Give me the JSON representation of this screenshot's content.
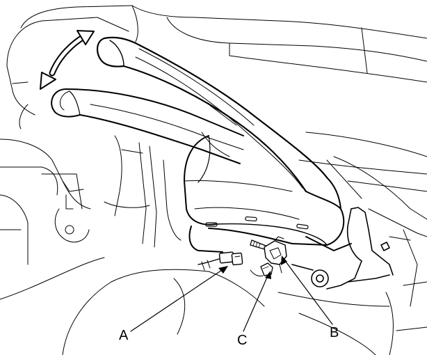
{
  "callouts": {
    "a": {
      "text": "A"
    },
    "b": {
      "text": "B"
    },
    "c": {
      "text": "C"
    }
  },
  "colors": {
    "line": "#000000",
    "thin_line": "#333333",
    "background": "#ffffff"
  }
}
